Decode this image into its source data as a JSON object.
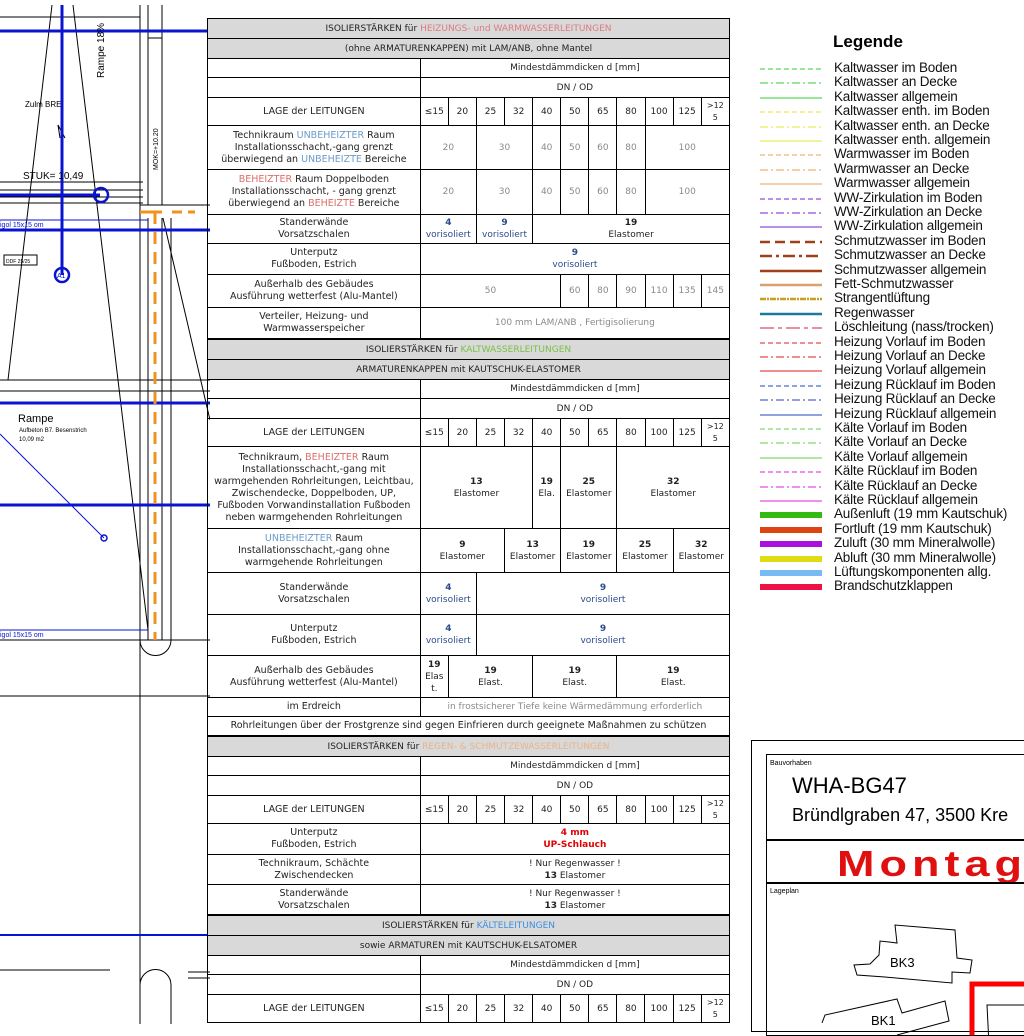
{
  "drawing": {
    "labels": {
      "rampe_slope": "Rampe 18%",
      "zum_bre": "Zulm BRE",
      "stuk": "STUK= 10,49",
      "mok": "MOK=+10.20",
      "gitter_top": "igol 15x15 om",
      "gitter_bottom": "igol 15x15 om",
      "box_tag": "DDF 25/25",
      "marker": "A1",
      "rampe": "Rampe",
      "rampe_detail": "Aufbeton B7. Besenstrich",
      "rampe_area": "10,09  m2"
    }
  },
  "dn_values": [
    "≤15",
    "20",
    "25",
    "32",
    "40",
    "50",
    "65",
    "80",
    "100",
    "125",
    ">12\n5"
  ],
  "sections": [
    {
      "title": [
        {
          "t": "ISOLIERSTÄRKEN  für "
        },
        {
          "t": "HEIZUNGS- und WARMWASSERLEITUNGEN",
          "c": "#e07a80"
        }
      ],
      "subtitle": "(ohne ARMATURENKAPPEN) mit LAM/ANB, ohne Mantel",
      "mindest": "Mindestdämmdicken d [mm]",
      "dnod": "DN / OD",
      "lage": "LAGE der LEITUNGEN",
      "rows": [
        {
          "h": 44,
          "label": [
            {
              "t": "Technikraum "
            },
            {
              "t": "UNBEHEIZTER",
              "c": "#6d9bc9"
            },
            {
              "t": " Raum\nInstallationsschacht,-gang grenzt\nüberwiegend an "
            },
            {
              "t": "UNBEHEIZTE",
              "c": "#6d9bc9"
            },
            {
              "t": " Bereiche"
            }
          ],
          "cells": [
            {
              "t": "20",
              "s": 2,
              "k": "grey"
            },
            {
              "t": "30",
              "s": 2,
              "k": "grey"
            },
            {
              "t": "40",
              "k": "grey"
            },
            {
              "t": "50",
              "k": "grey"
            },
            {
              "t": "60",
              "k": "grey"
            },
            {
              "t": "80",
              "k": "grey"
            },
            {
              "t": "100",
              "s": 3,
              "k": "grey"
            }
          ]
        },
        {
          "h": 45,
          "label": [
            {
              "t": "BEHEIZTER",
              "c": "#d9706a"
            },
            {
              "t": " Raum Doppelboden\nInstallationsschacht, - gang grenzt\nüberwiegend an "
            },
            {
              "t": "BEHEIZTE",
              "c": "#d9706a"
            },
            {
              "t": " Bereiche"
            }
          ],
          "cells": [
            {
              "t": "20",
              "s": 2,
              "k": "grey"
            },
            {
              "t": "30",
              "s": 2,
              "k": "grey"
            },
            {
              "t": "40",
              "k": "grey"
            },
            {
              "t": "50",
              "k": "grey"
            },
            {
              "t": "60",
              "k": "grey"
            },
            {
              "t": "80",
              "k": "grey"
            },
            {
              "t": "100",
              "s": 3,
              "k": "grey"
            }
          ]
        },
        {
          "h": 29,
          "label": [
            {
              "t": "Standerwände\nVorsatzschalen"
            }
          ],
          "cells": [
            {
              "n": "4",
              "u": "vorisoliert",
              "s": 2,
              "k": "blue"
            },
            {
              "n": "9",
              "u": "vorisoliert",
              "s": 2,
              "k": "blue"
            },
            {
              "n": "19",
              "u": "Elastomer",
              "s": 7
            }
          ]
        },
        {
          "h": 31,
          "label": [
            {
              "t": "Unterputz\nFußboden, Estrich"
            }
          ],
          "cells": [
            {
              "n": "9",
              "u": "vorisoliert",
              "s": 11,
              "k": "blue"
            }
          ]
        },
        {
          "h": 33,
          "label": [
            {
              "t": "Außerhalb des Gebäudes\nAusführung wetterfest (Alu-Mantel)"
            }
          ],
          "cells": [
            {
              "t": "50",
              "s": 5,
              "k": "grey"
            },
            {
              "t": "60",
              "k": "grey"
            },
            {
              "t": "80",
              "k": "grey"
            },
            {
              "t": "90",
              "k": "grey"
            },
            {
              "t": "110",
              "k": "grey"
            },
            {
              "t": "135",
              "k": "grey"
            },
            {
              "t": "145",
              "k": "grey"
            }
          ]
        },
        {
          "h": 31,
          "label": [
            {
              "t": "Verteiler, Heizung- und\nWarmwasserspeicher"
            }
          ],
          "cells": [
            {
              "t": "100 mm LAM/ANB , Fertigisolierung",
              "s": 11,
              "k": "grey"
            }
          ]
        }
      ]
    },
    {
      "title": [
        {
          "t": "ISOLIERSTÄRKEN  für "
        },
        {
          "t": "KALTWASSERLEITUNGEN",
          "c": "#7ac143"
        }
      ],
      "subtitle": "ARMATURENKAPPEN mit KAUTSCHUK-ELASTOMER",
      "mindest": "Mindestdämmdicken d [mm]",
      "dnod": "DN / OD",
      "lage": "LAGE der LEITUNGEN",
      "rows": [
        {
          "h": 82,
          "label": [
            {
              "t": "Technikraum, "
            },
            {
              "t": "BEHEIZTER",
              "c": "#d9706a"
            },
            {
              "t": " Raum\nInstallationsschacht,-gang mit\nwarmgehenden Rohrleitungen, Leichtbau,\nZwischendecke, Doppelboden, UP,\nFußboden Vorwandinstallation Fußboden\nneben warmgehenden Rohrleitungen"
            }
          ],
          "cells": [
            {
              "n": "13",
              "u": "Elastomer",
              "s": 4
            },
            {
              "n": "19",
              "u": "Ela.",
              "s": 1
            },
            {
              "n": "25",
              "u": "Elastomer",
              "s": 2
            },
            {
              "n": "32",
              "u": "Elastomer",
              "s": 4
            }
          ]
        },
        {
          "h": 44,
          "label": [
            {
              "t": "UNBEHEIZTER",
              "c": "#6d9bc9"
            },
            {
              "t": " Raum\nInstallationsschacht,-gang ohne\nwarmgehende Rohrleitungen"
            }
          ],
          "cells": [
            {
              "n": "9",
              "u": "Elastomer",
              "s": 3
            },
            {
              "n": "13",
              "u": "Elastomer",
              "s": 2
            },
            {
              "n": "19",
              "u": "Elastomer",
              "s": 2
            },
            {
              "n": "25",
              "u": "Elastomer",
              "s": 2
            },
            {
              "n": "32",
              "u": "Elastomer",
              "s": 2
            }
          ]
        },
        {
          "h": 42,
          "label": [
            {
              "t": "Standerwände\nVorsatzschalen"
            }
          ],
          "cells": [
            {
              "n": "4",
              "u": "vorisoliert",
              "s": 2,
              "k": "blue"
            },
            {
              "n": "9",
              "u": "vorisoliert",
              "s": 9,
              "k": "blue"
            }
          ]
        },
        {
          "h": 41,
          "label": [
            {
              "t": "Unterputz\nFußboden, Estrich"
            }
          ],
          "cells": [
            {
              "n": "4",
              "u": "vorisoliert",
              "s": 2,
              "k": "blue"
            },
            {
              "n": "9",
              "u": "vorisoliert",
              "s": 9,
              "k": "blue"
            }
          ]
        },
        {
          "h": 42,
          "label": [
            {
              "t": "Außerhalb des Gebäudes\nAusführung wetterfest (Alu-Mantel)"
            }
          ],
          "cells": [
            {
              "n": "19",
              "u": "Elas\nt.",
              "s": 1
            },
            {
              "n": "19",
              "u": "Elast.",
              "s": 3
            },
            {
              "n": "19",
              "u": "Elast.",
              "s": 3
            },
            {
              "n": "19",
              "u": "Elast.",
              "s": 4
            }
          ]
        },
        {
          "h": 19,
          "label": [
            {
              "t": "im Erdreich"
            }
          ],
          "cells": [
            {
              "t": "in frostsicherer Tiefe keine Wärmedämmung erforderlich",
              "s": 11,
              "k": "grey"
            }
          ]
        }
      ],
      "note": "Rohrleitungen über der Frostgrenze sind gegen Einfrieren durch geeignete Maßnahmen zu schützen"
    },
    {
      "title": [
        {
          "t": "ISOLIERSTÄRKEN  für "
        },
        {
          "t": "REGEN- & SCHMUTZEWASSERLEITUNGEN",
          "c": "#e8b48a"
        }
      ],
      "mindest": "Mindestdämmdicken d [mm]",
      "dnod": "DN / OD",
      "lage": "LAGE der LEITUNGEN",
      "rows": [
        {
          "h": 31,
          "label": [
            {
              "t": "Unterputz\nFußboden, Estrich"
            }
          ],
          "cells": [
            {
              "t": "4 mm\nUP-Schlauch",
              "s": 11,
              "k": "red"
            }
          ]
        },
        {
          "h": 30,
          "label": [
            {
              "t": "Technikraum, Schächte\nZwischendecken"
            }
          ],
          "cells": [
            {
              "t": "! Nur Regenwasser !",
              "n2": "13",
              "u": " Elastomer",
              "s": 11
            }
          ]
        },
        {
          "h": 30,
          "label": [
            {
              "t": "Standerwände\nVorsatzschalen"
            }
          ],
          "cells": [
            {
              "t": "! Nur Regenwasser !",
              "n2": "13",
              "u": " Elastomer",
              "s": 11
            }
          ]
        }
      ]
    },
    {
      "title": [
        {
          "t": "ISOLIERSTÄRKEN  für "
        },
        {
          "t": "KÄLTELEITUNGEN",
          "c": "#3a8ee0"
        }
      ],
      "subtitle": "sowie ARMATUREN mit KAUTSCHUK-ELSATOMER",
      "mindest": "Mindestdämmdicken d [mm]",
      "dnod": "DN / OD",
      "lage": "LAGE der LEITUNGEN",
      "rows": []
    }
  ],
  "legend": {
    "title": "Legende",
    "items": [
      {
        "label": "Kaltwasser im Boden",
        "color": "#33cc33",
        "style": "dash"
      },
      {
        "label": "Kaltwasser an Decke",
        "color": "#33cc33",
        "style": "dashdot"
      },
      {
        "label": "Kaltwasser allgemein",
        "color": "#33cc33",
        "style": "solid"
      },
      {
        "label": "Kaltwasser enth. im Boden",
        "color": "#e6e633",
        "style": "dash"
      },
      {
        "label": "Kaltwasser enth. an Decke",
        "color": "#e6e633",
        "style": "dashdot"
      },
      {
        "label": "Kaltwasser enth. allgemein",
        "color": "#e6e633",
        "style": "solid"
      },
      {
        "label": "Warmwasser im Boden",
        "color": "#e8a050",
        "style": "dash"
      },
      {
        "label": "Warmwasser an Decke",
        "color": "#e8a050",
        "style": "dashdot"
      },
      {
        "label": "Warmwasser allgemein",
        "color": "#e8a050",
        "style": "solid"
      },
      {
        "label": "WW-Zirkulation im Boden",
        "color": "#7a22cc",
        "style": "dash"
      },
      {
        "label": "WW-Zirkulation an Decke",
        "color": "#7a22cc",
        "style": "dashdot"
      },
      {
        "label": "WW-Zirkulation allgemein",
        "color": "#7a22cc",
        "style": "solid"
      },
      {
        "label": "Schmutzwasser im Boden",
        "color": "#a0401a",
        "style": "bigdash"
      },
      {
        "label": "Schmutzwasser an Decke",
        "color": "#a0401a",
        "style": "bigdashdot"
      },
      {
        "label": "Schmutzwasser allgemein",
        "color": "#a0401a",
        "style": "thick"
      },
      {
        "label": "Fett-Schmutzwasser",
        "color": "#d9a070",
        "style": "thick"
      },
      {
        "label": "Strangentlüftung",
        "color": "#c8a020",
        "style": "thickdot"
      },
      {
        "label": "Regenwasser",
        "color": "#1a7a9a",
        "style": "thick"
      },
      {
        "label": "Löschleitung  (nass/trocken)",
        "color": "#cc2244",
        "style": "longshort"
      },
      {
        "label": "Heizung Vorlauf im Boden",
        "color": "#dd2222",
        "style": "dash"
      },
      {
        "label": "Heizung Vorlauf an Decke",
        "color": "#dd2222",
        "style": "dashdot"
      },
      {
        "label": "Heizung Vorlauf allgemein",
        "color": "#dd2222",
        "style": "solid"
      },
      {
        "label": "Heizung Rücklauf im Boden",
        "color": "#2244bb",
        "style": "dash"
      },
      {
        "label": "Heizung Rücklauf an Decke",
        "color": "#2244bb",
        "style": "dashdot"
      },
      {
        "label": "Heizung Rücklauf allgemein",
        "color": "#2244bb",
        "style": "solid"
      },
      {
        "label": "Kälte Vorlauf im Boden",
        "color": "#66cc44",
        "style": "dash"
      },
      {
        "label": "Kälte Vorlauf an Decke",
        "color": "#66cc44",
        "style": "dashdot"
      },
      {
        "label": "Kälte Vorlauf allgemein",
        "color": "#66cc44",
        "style": "solid"
      },
      {
        "label": "Kälte Rücklauf im Boden",
        "color": "#dd22dd",
        "style": "dash"
      },
      {
        "label": "Kälte Rücklauf an Decke",
        "color": "#dd22dd",
        "style": "dashdot"
      },
      {
        "label": "Kälte Rücklauf allgemein",
        "color": "#dd22dd",
        "style": "solid"
      },
      {
        "label": "Außenluft (19 mm Kautschuk)",
        "color": "#33bb11",
        "style": "bar"
      },
      {
        "label": "Fortluft (19 mm Kautschuk)",
        "color": "#dd4411",
        "style": "bar"
      },
      {
        "label": "Zuluft (30 mm Mineralwolle)",
        "color": "#aa11dd",
        "style": "bar"
      },
      {
        "label": "Abluft (30 mm Mineralwolle)",
        "color": "#dddd11",
        "style": "bar"
      },
      {
        "label": "Lüftungskomponenten allg.",
        "color": "#77bbf5",
        "style": "bar"
      },
      {
        "label": "Brandschutzklappen",
        "color": "#ee1144",
        "style": "bar"
      }
    ]
  },
  "titleblock": {
    "bauvorhaben_label": "Bauvorhaben",
    "project": "WHA-BG47",
    "address": "Bründlgraben 47, 3500 Kre",
    "plan_type": "Montag",
    "lageplan_label": "Lageplan",
    "bk3": "BK3",
    "bk1": "BK1"
  }
}
